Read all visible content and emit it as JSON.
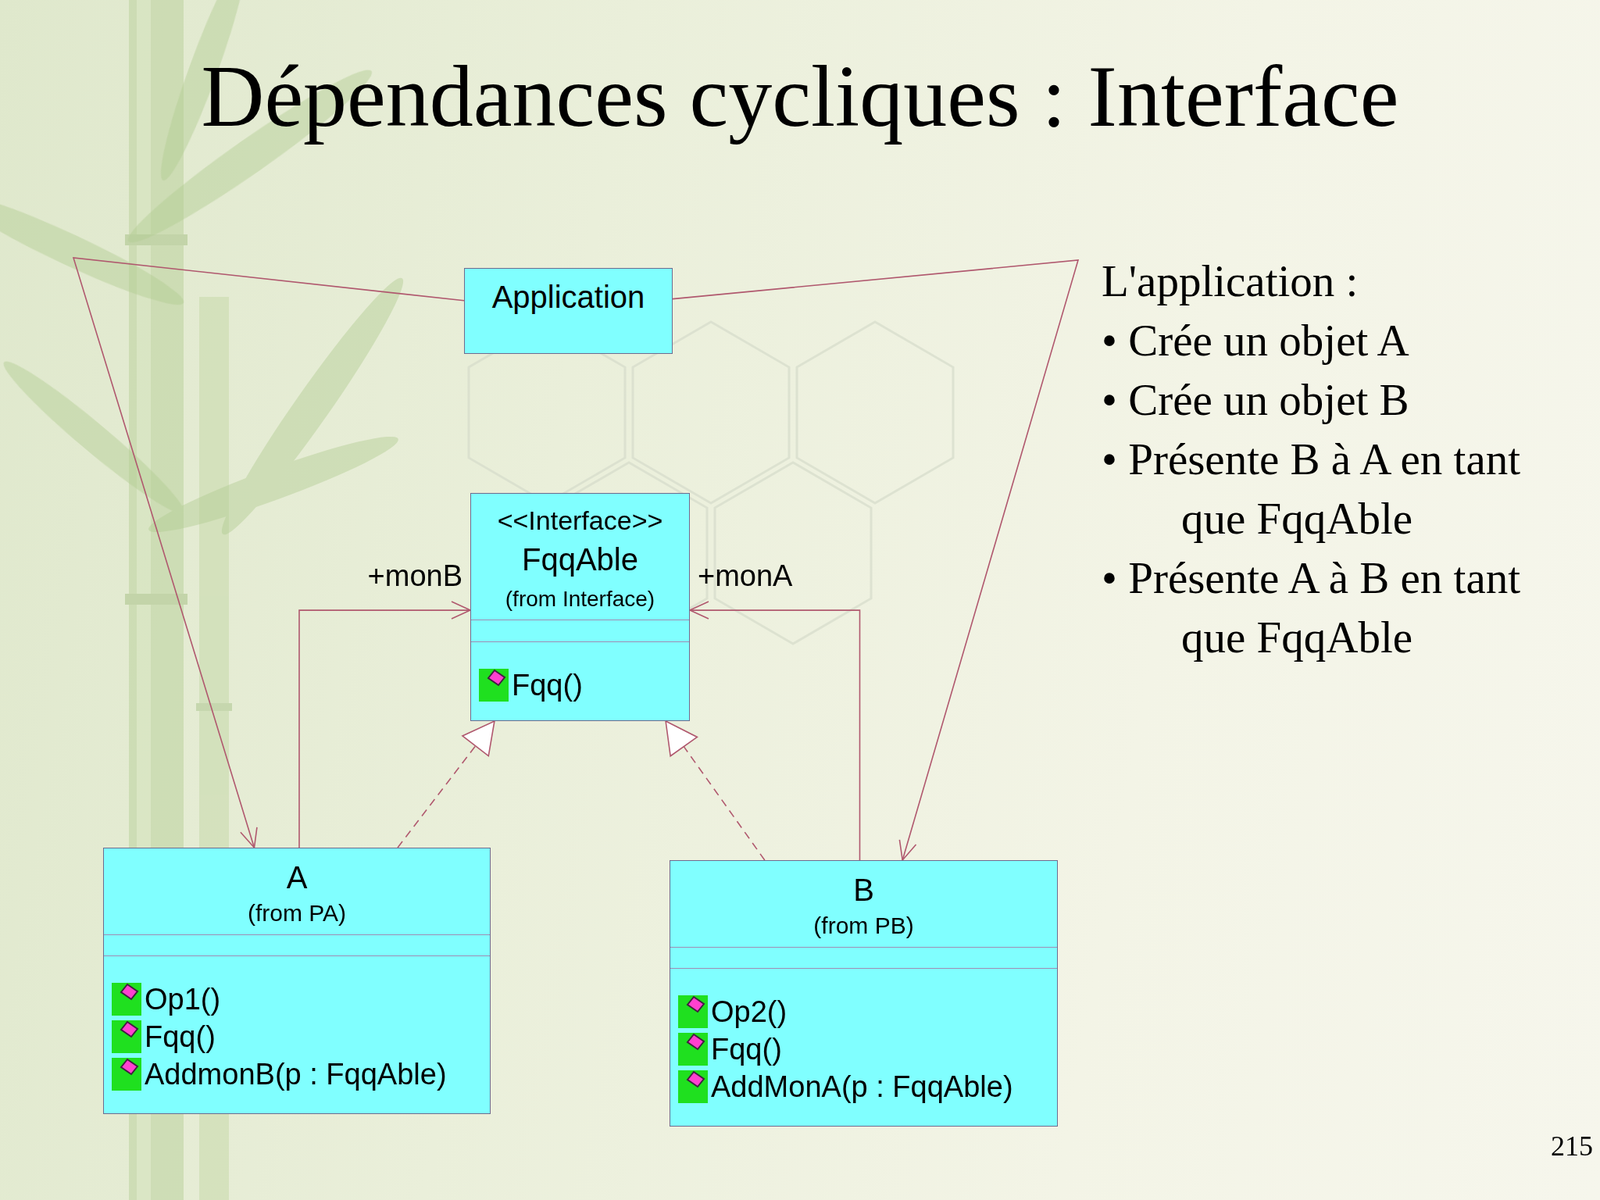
{
  "diagram": {
    "title": "Dépendances cycliques : Interface",
    "nodes": [
      {
        "text": [
          "Application"
        ]
      },
      {
        "text": [
          "<<Interface>>",
          "FqqAble",
          "(from Interface)",
          "Fqq()"
        ]
      },
      {
        "text": [
          "A",
          "(from PA)",
          "Op1()",
          "Fqq()",
          "AddmonB(p : FqqAble)"
        ]
      },
      {
        "text": [
          "B",
          "(from PB)",
          "Op2()",
          "Fqq()",
          "AddMonA(p : FqqAble)"
        ]
      }
    ],
    "edges": [
      {
        "from": 0,
        "to": 2,
        "arrow": "to"
      },
      {
        "from": 0,
        "to": 3,
        "arrow": "to"
      },
      {
        "from": 2,
        "to": 1,
        "label": "+monB",
        "arrow": "to"
      },
      {
        "from": 3,
        "to": 1,
        "label": "+monA",
        "arrow": "to"
      },
      {
        "from": 2,
        "to": 1,
        "arrow": "to"
      },
      {
        "from": 3,
        "to": 1,
        "arrow": "to"
      }
    ],
    "labels": [
      "L'application :",
      "• Crée un objet A",
      "• Crée un objet B",
      "• Présente B à A en tant que FqqAble",
      "• Présente A à B en tant que FqqAble",
      "215"
    ]
  }
}
